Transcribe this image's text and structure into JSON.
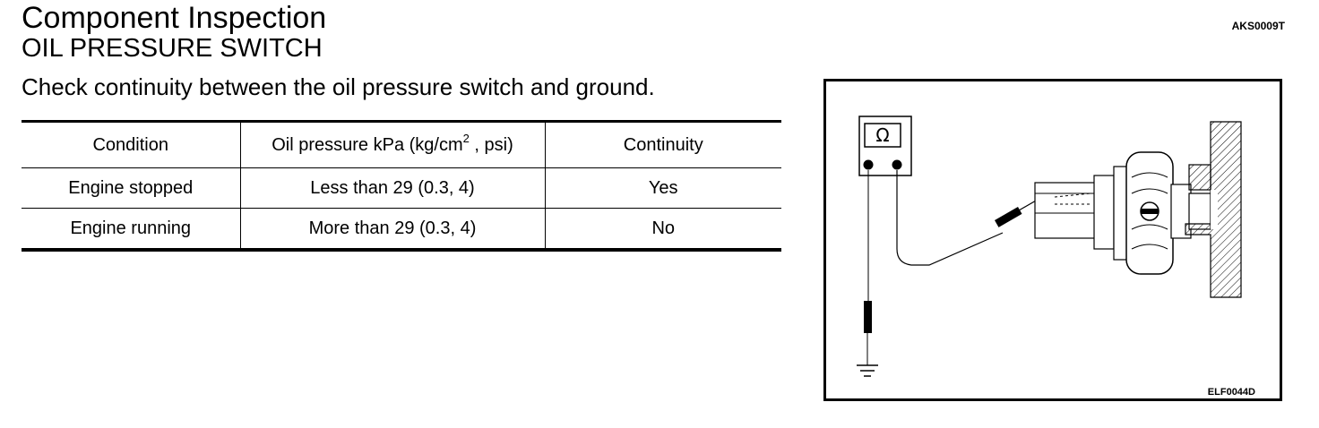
{
  "header": {
    "title": "Component Inspection",
    "subtitle": "OIL PRESSURE SWITCH",
    "doc_code": "AKS0009T"
  },
  "instruction": "Check continuity between the oil pressure switch and ground.",
  "table": {
    "headers": {
      "condition": "Condition",
      "pressure_pre": "Oil pressure kPa (kg/cm",
      "pressure_sup": "2",
      "pressure_post": " , psi)",
      "continuity": "Continuity"
    },
    "rows": [
      {
        "condition": "Engine stopped",
        "pressure": "Less than 29 (0.3, 4)",
        "continuity": "Yes"
      },
      {
        "condition": "Engine running",
        "pressure": "More than 29 (0.3, 4)",
        "continuity": "No"
      }
    ]
  },
  "figure": {
    "meter_symbol": "Ω",
    "code": "ELF0044D"
  }
}
